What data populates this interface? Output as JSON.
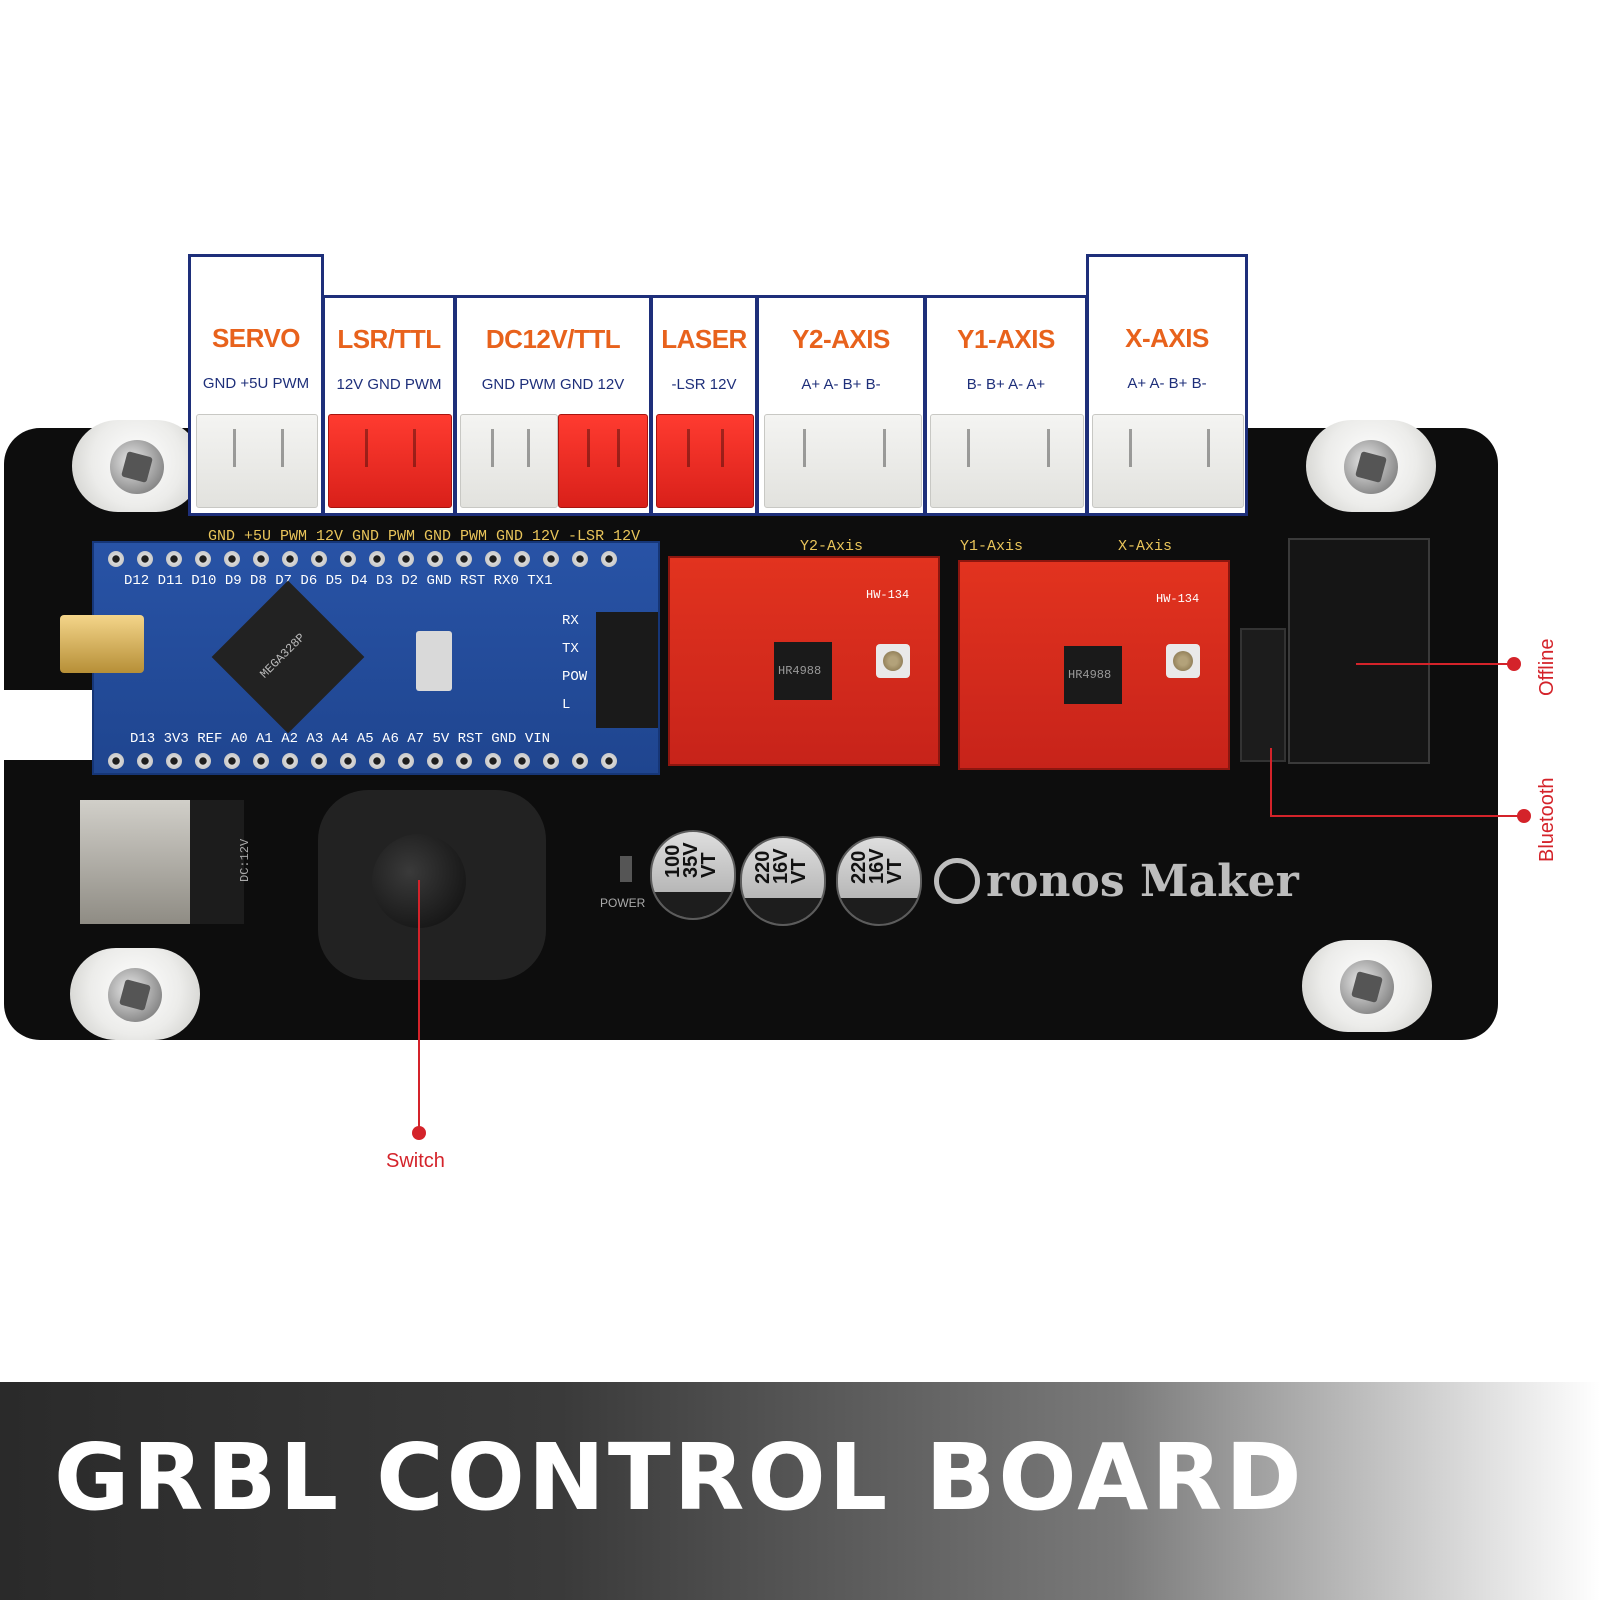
{
  "connectors": [
    {
      "id": "servo",
      "title": "SERVO",
      "pins": "GND +5U PWM"
    },
    {
      "id": "lsr-ttl",
      "title": "LSR/TTL",
      "pins": "12V GND PWM"
    },
    {
      "id": "dc12v-ttl",
      "title": "DC12V/TTL",
      "pins": "GND PWM GND 12V"
    },
    {
      "id": "laser",
      "title": "LASER",
      "pins": "-LSR 12V"
    },
    {
      "id": "y2-axis",
      "title": "Y2-AXIS",
      "pins": "A+ A- B+ B-"
    },
    {
      "id": "y1-axis",
      "title": "Y1-AXIS",
      "pins": "B- B+ A- A+"
    },
    {
      "id": "x-axis",
      "title": "X-AXIS",
      "pins": "A+ A- B+ B-"
    }
  ],
  "silkscreen": {
    "y2": "Y2-Axis",
    "y1": "Y1-Axis",
    "x": "X-Axis",
    "pins_left": "GND +5U PWM 12V GND PWM GND PWM GND 12V -LSR 12V"
  },
  "nano": {
    "top_labels": "D12 D11 D10 D9 D8 D7 D6 D5 D4 D3 D2 GND RST RX0 TX1",
    "bottom_labels": "D13 3V3 REF A0 A1 A2 A3 A4 A5 A6 A7 5V RST GND VIN",
    "leds": [
      "RX",
      "TX",
      "POW",
      "L"
    ],
    "chip_text": "MEGA328P"
  },
  "drivers": [
    {
      "model": "HW-134",
      "chip": "HR4988"
    },
    {
      "model": "HW-134",
      "chip": "HR4988"
    }
  ],
  "capacitors": [
    {
      "text": "100\n35V\nVT"
    },
    {
      "text": "220\n16V\nVT"
    },
    {
      "text": "220\n16V\nVT"
    }
  ],
  "board": {
    "dc_label": "DC:12V",
    "power_label": "POWER",
    "brand": "ronos Maker"
  },
  "callouts": {
    "offline": "Offline",
    "bluetooth": "Bluetooth",
    "switch": "Switch"
  },
  "banner": {
    "title": "GRBL CONTROL BOARD"
  },
  "colors": {
    "connector_title": "#e8621c",
    "connector_border": "#1e2f7a",
    "callout": "#d4232a"
  }
}
